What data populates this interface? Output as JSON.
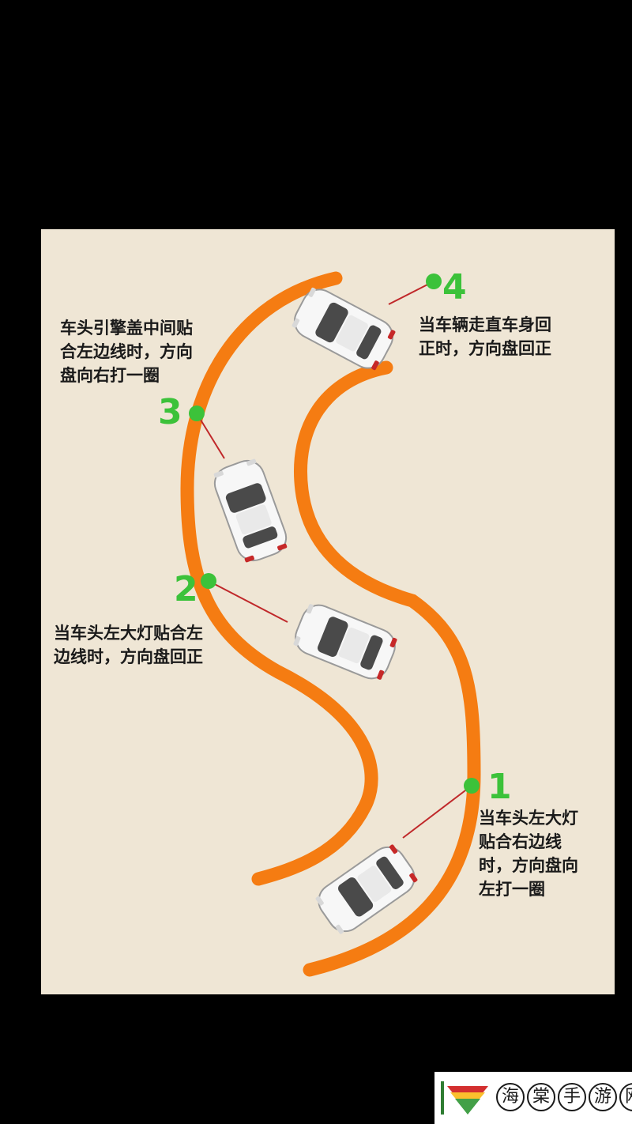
{
  "steps": [
    {
      "number": "1",
      "text": "当车头左大灯\n贴合右边线\n时，方向盘向\n左打一圈"
    },
    {
      "number": "2",
      "text": "当车头左大灯贴合左\n边线时，方向盘回正"
    },
    {
      "number": "3",
      "text": "车头引擎盖中间贴\n合左边线时，方向\n盘向右打一圈"
    },
    {
      "number": "4",
      "text": "当车辆走直车身回\n正时，方向盘回正"
    }
  ],
  "watermark": {
    "chars": [
      "海",
      "棠",
      "手",
      "游",
      "网"
    ]
  },
  "colors": {
    "background": "#000000",
    "paper": "#efe6d5",
    "lane_line": "#f57c12",
    "marker": "#3cc23a",
    "connector": "#c0282a",
    "text": "#1a1a1a"
  }
}
